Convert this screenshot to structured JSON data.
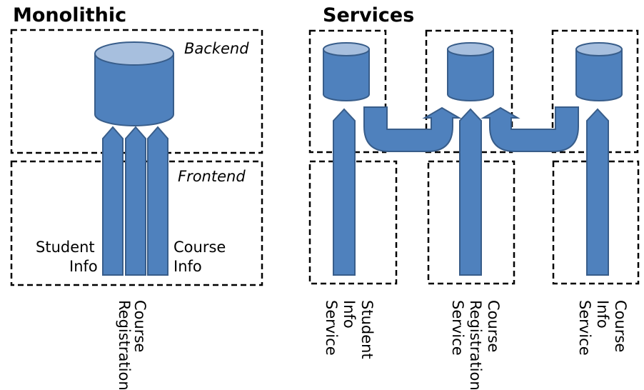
{
  "monolithic": {
    "title": "Monolithic",
    "backend_label": "Backend",
    "frontend_label": "Frontend",
    "left_label_line1": "Student",
    "left_label_line2": "Info",
    "right_label_line1": "Course",
    "right_label_line2": "Info",
    "bottom_label_line1": "Course",
    "bottom_label_line2": "Registration"
  },
  "services": {
    "title": "Services",
    "items": [
      {
        "line1": "Student",
        "line2": "Info",
        "line3": "Service"
      },
      {
        "line1": "Course",
        "line2": "Registration",
        "line3": "Service"
      },
      {
        "line1": "Course",
        "line2": "Info",
        "line3": "Service"
      }
    ]
  }
}
